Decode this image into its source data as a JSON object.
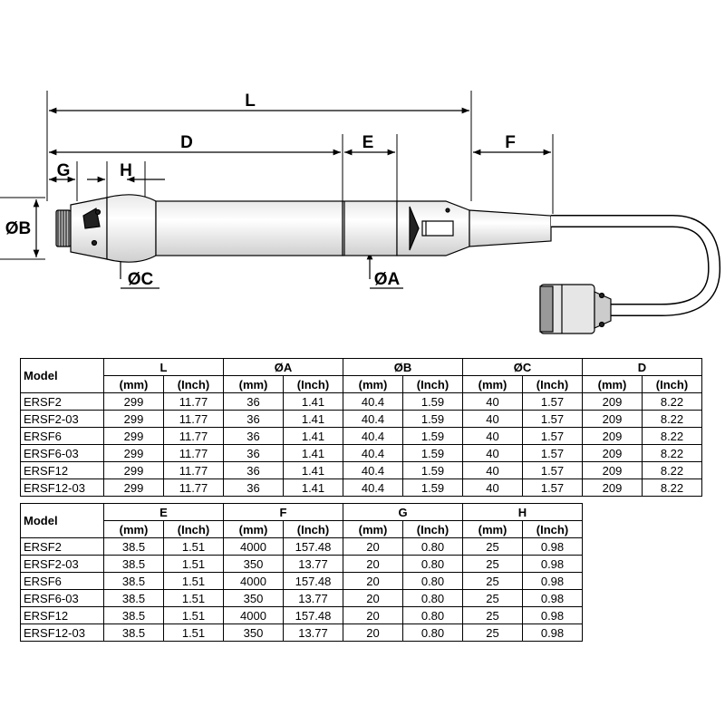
{
  "diagram": {
    "labels": {
      "L": "L",
      "D": "D",
      "E": "E",
      "F": "F",
      "G": "G",
      "H": "H",
      "B": "ØB",
      "C": "ØC",
      "A": "ØA"
    }
  },
  "table_top": {
    "model_header": "Model",
    "groups": [
      "L",
      "ØA",
      "ØB",
      "ØC",
      "D"
    ],
    "units": [
      "(mm)",
      "(Inch)",
      "(mm)",
      "(Inch)",
      "(mm)",
      "(Inch)",
      "(mm)",
      "(Inch)",
      "(mm)",
      "(Inch)"
    ],
    "rows": [
      {
        "model": "ERSF2",
        "cells": [
          "299",
          "11.77",
          "36",
          "1.41",
          "40.4",
          "1.59",
          "40",
          "1.57",
          "209",
          "8.22"
        ]
      },
      {
        "model": "ERSF2-03",
        "cells": [
          "299",
          "11.77",
          "36",
          "1.41",
          "40.4",
          "1.59",
          "40",
          "1.57",
          "209",
          "8.22"
        ]
      },
      {
        "model": "ERSF6",
        "cells": [
          "299",
          "11.77",
          "36",
          "1.41",
          "40.4",
          "1.59",
          "40",
          "1.57",
          "209",
          "8.22"
        ]
      },
      {
        "model": "ERSF6-03",
        "cells": [
          "299",
          "11.77",
          "36",
          "1.41",
          "40.4",
          "1.59",
          "40",
          "1.57",
          "209",
          "8.22"
        ]
      },
      {
        "model": "ERSF12",
        "cells": [
          "299",
          "11.77",
          "36",
          "1.41",
          "40.4",
          "1.59",
          "40",
          "1.57",
          "209",
          "8.22"
        ]
      },
      {
        "model": "ERSF12-03",
        "cells": [
          "299",
          "11.77",
          "36",
          "1.41",
          "40.4",
          "1.59",
          "40",
          "1.57",
          "209",
          "8.22"
        ]
      }
    ]
  },
  "table_bottom": {
    "model_header": "Model",
    "groups": [
      "E",
      "F",
      "G",
      "H"
    ],
    "units": [
      "(mm)",
      "(Inch)",
      "(mm)",
      "(Inch)",
      "(mm)",
      "(Inch)",
      "(mm)",
      "(Inch)"
    ],
    "rows": [
      {
        "model": "ERSF2",
        "cells": [
          "38.5",
          "1.51",
          "4000",
          "157.48",
          "20",
          "0.80",
          "25",
          "0.98"
        ]
      },
      {
        "model": "ERSF2-03",
        "cells": [
          "38.5",
          "1.51",
          "350",
          "13.77",
          "20",
          "0.80",
          "25",
          "0.98"
        ]
      },
      {
        "model": "ERSF6",
        "cells": [
          "38.5",
          "1.51",
          "4000",
          "157.48",
          "20",
          "0.80",
          "25",
          "0.98"
        ]
      },
      {
        "model": "ERSF6-03",
        "cells": [
          "38.5",
          "1.51",
          "350",
          "13.77",
          "20",
          "0.80",
          "25",
          "0.98"
        ]
      },
      {
        "model": "ERSF12",
        "cells": [
          "38.5",
          "1.51",
          "4000",
          "157.48",
          "20",
          "0.80",
          "25",
          "0.98"
        ]
      },
      {
        "model": "ERSF12-03",
        "cells": [
          "38.5",
          "1.51",
          "350",
          "13.77",
          "20",
          "0.80",
          "25",
          "0.98"
        ]
      }
    ]
  }
}
